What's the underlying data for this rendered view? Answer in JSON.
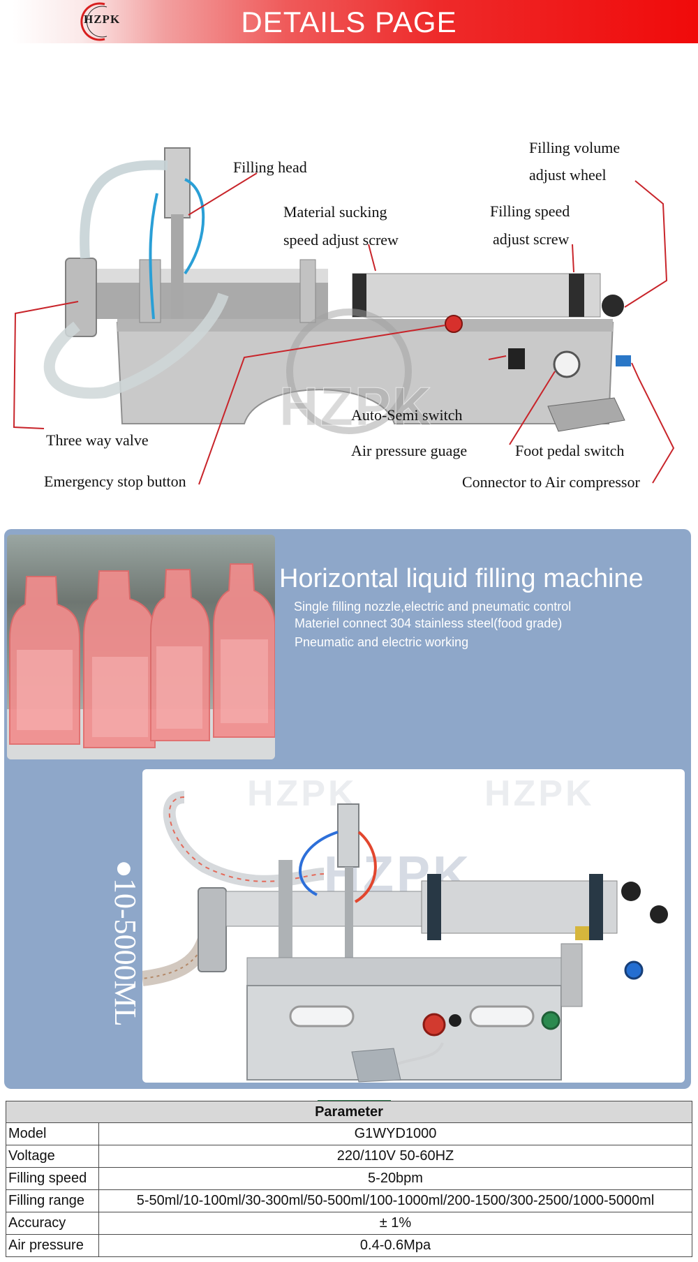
{
  "header": {
    "logo_text": "HZPK",
    "title": "DETAILS PAGE"
  },
  "diagram": {
    "watermark": "HZPK",
    "callouts": {
      "filling_head": "Filling head",
      "filling_volume_1": "Filling volume",
      "filling_volume_2": "adjust wheel",
      "material_sucking_1": "Material sucking",
      "material_sucking_2": "speed adjust screw",
      "filling_speed_1": "Filling speed",
      "filling_speed_2": "adjust screw",
      "auto_semi": "Auto-Semi switch",
      "three_way": "Three way valve",
      "air_pressure": "Air pressure guage",
      "foot_pedal": "Foot pedal switch",
      "emergency": "Emergency stop button",
      "connector": "Connector to Air compressor"
    }
  },
  "product": {
    "title": "Horizontal liquid filling machine",
    "features": [
      "Single filling nozzle,electric and pneumatic control",
      "Materiel connect 304 stainless steel(food grade)",
      "Pneumatic and electric working"
    ],
    "range": "●10-5000ML",
    "watermark": "HZPK"
  },
  "parameters": {
    "header": "Parameter",
    "rows": [
      {
        "key": "Model",
        "value": "G1WYD1000"
      },
      {
        "key": "Voltage",
        "value": "220/110V 50-60HZ"
      },
      {
        "key": "Filling speed",
        "value": "5-20bpm"
      },
      {
        "key": "Filling range",
        "value": "5-50ml/10-100ml/30-300ml/50-500ml/100-1000ml/200-1500/300-2500/1000-5000ml"
      },
      {
        "key": "Accuracy",
        "value": "± 1%"
      },
      {
        "key": "Air pressure",
        "value": "0.4-0.6Mpa"
      }
    ]
  }
}
